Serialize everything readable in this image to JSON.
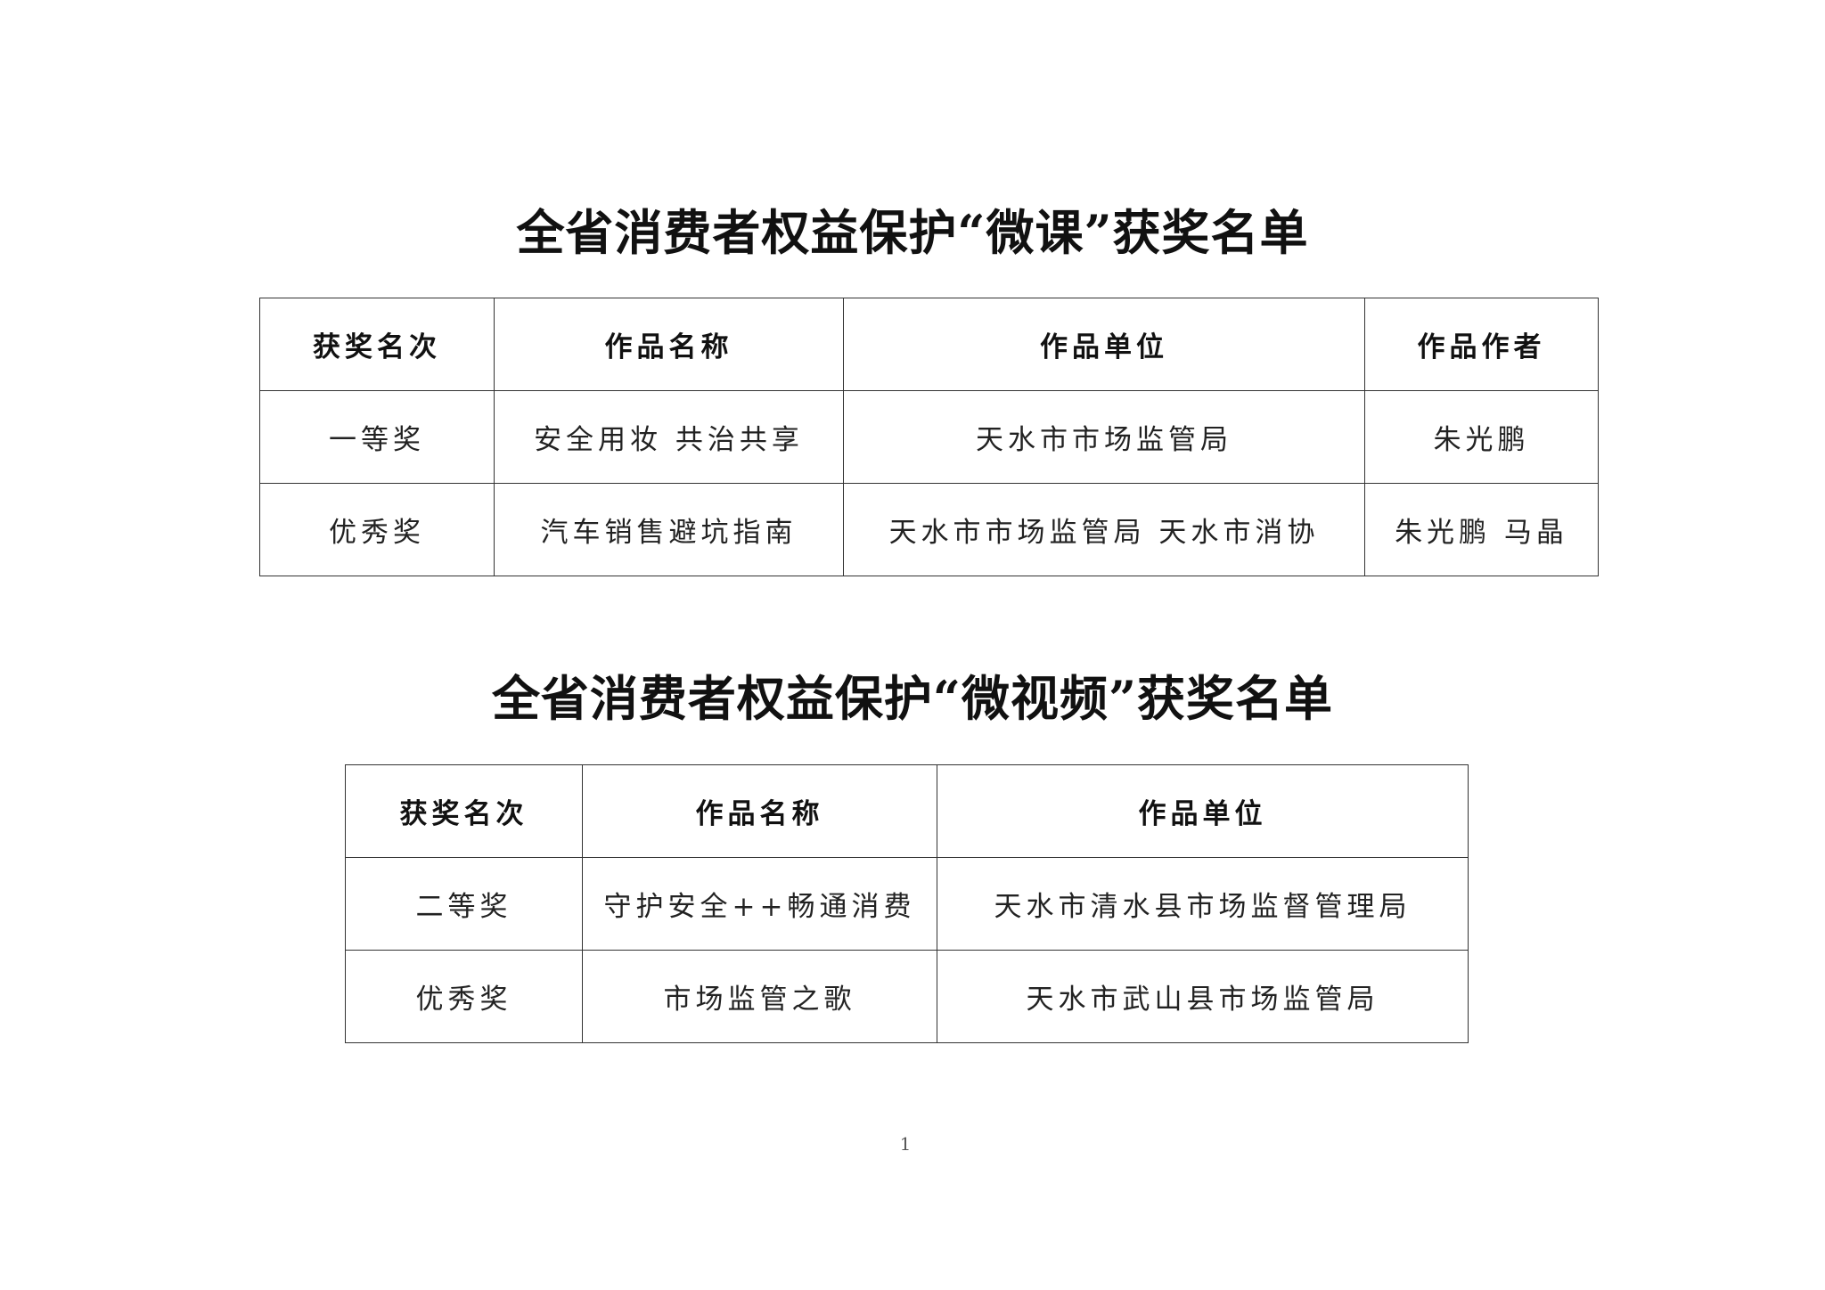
{
  "sections": [
    {
      "title": "全省消费者权益保护“微课”获奖名单",
      "headers": [
        "获奖名次",
        "作品名称",
        "作品单位",
        "作品作者"
      ],
      "rows": [
        [
          "一等奖",
          "安全用妆 共治共享",
          "天水市市场监管局",
          "朱光鹏"
        ],
        [
          "优秀奖",
          "汽车销售避坑指南",
          "天水市市场监管局 天水市消协",
          "朱光鹏 马晶"
        ]
      ]
    },
    {
      "title": "全省消费者权益保护“微视频”获奖名单",
      "headers": [
        "获奖名次",
        "作品名称",
        "作品单位"
      ],
      "rows": [
        [
          "二等奖",
          "守护安全++畅通消费",
          "天水市清水县市场监督管理局"
        ],
        [
          "优秀奖",
          "市场监管之歌",
          "天水市武山县市场监管局"
        ]
      ]
    }
  ],
  "page_number": "1"
}
